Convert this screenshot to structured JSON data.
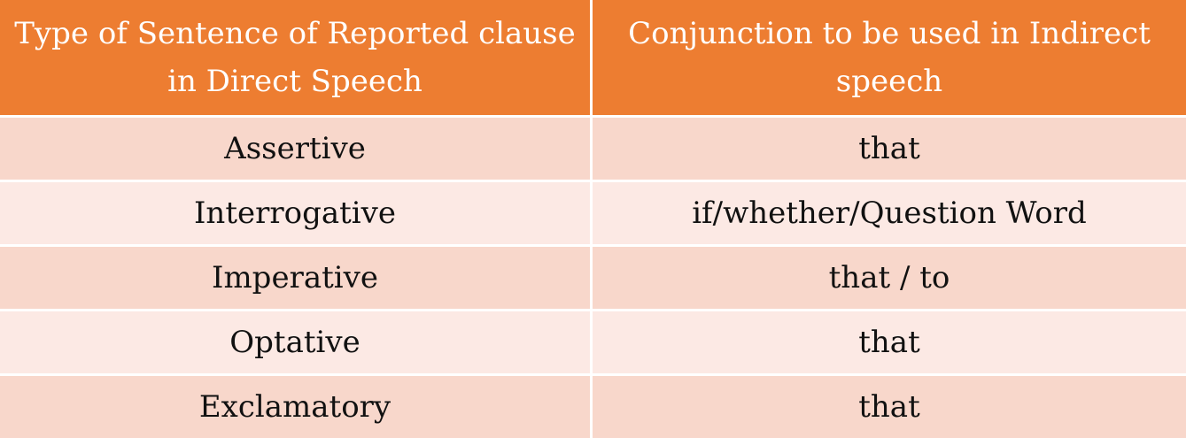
{
  "table": {
    "headers": [
      "Type of Sentence of Reported clause in Direct Speech",
      "Conjunction to be used in Indirect speech"
    ],
    "rows": [
      [
        "Assertive",
        "that"
      ],
      [
        "Interrogative",
        "if/whether/Question Word"
      ],
      [
        "Imperative",
        "that / to"
      ],
      [
        "Optative",
        "that"
      ],
      [
        "Exclamatory",
        "that"
      ]
    ],
    "colors": {
      "header": "#ED7D31",
      "row_dark": "#F8D7CB",
      "row_light": "#FCE9E4"
    }
  }
}
